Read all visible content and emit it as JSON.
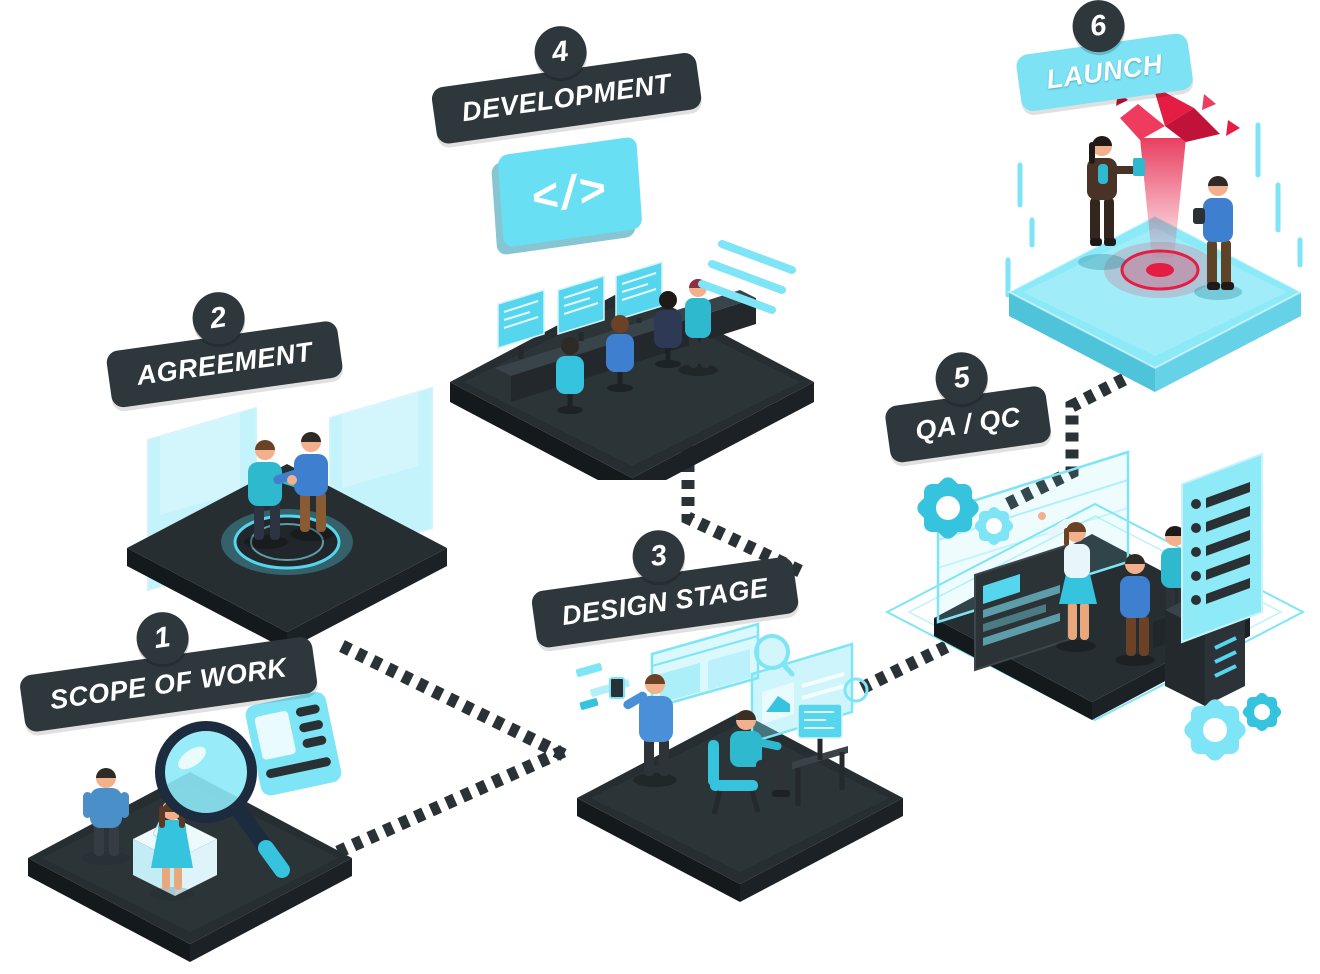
{
  "diagram": {
    "steps": [
      {
        "number": "1",
        "label": "SCOPE OF WORK"
      },
      {
        "number": "2",
        "label": "AGREEMENT"
      },
      {
        "number": "3",
        "label": "DESIGN STAGE"
      },
      {
        "number": "4",
        "label": "DEVELOPMENT"
      },
      {
        "number": "5",
        "label": "QA / QC"
      },
      {
        "number": "6",
        "label": "LAUNCH"
      }
    ],
    "code_sign": "</>",
    "colors": {
      "badge_dark": "#2e373b",
      "accent_cyan": "#7ce5f6",
      "deep_cyan": "#35c3dd",
      "launch_red": "#e51d44",
      "platform_dark": "#262e31",
      "launch_platform": "#8ceaf8"
    }
  }
}
